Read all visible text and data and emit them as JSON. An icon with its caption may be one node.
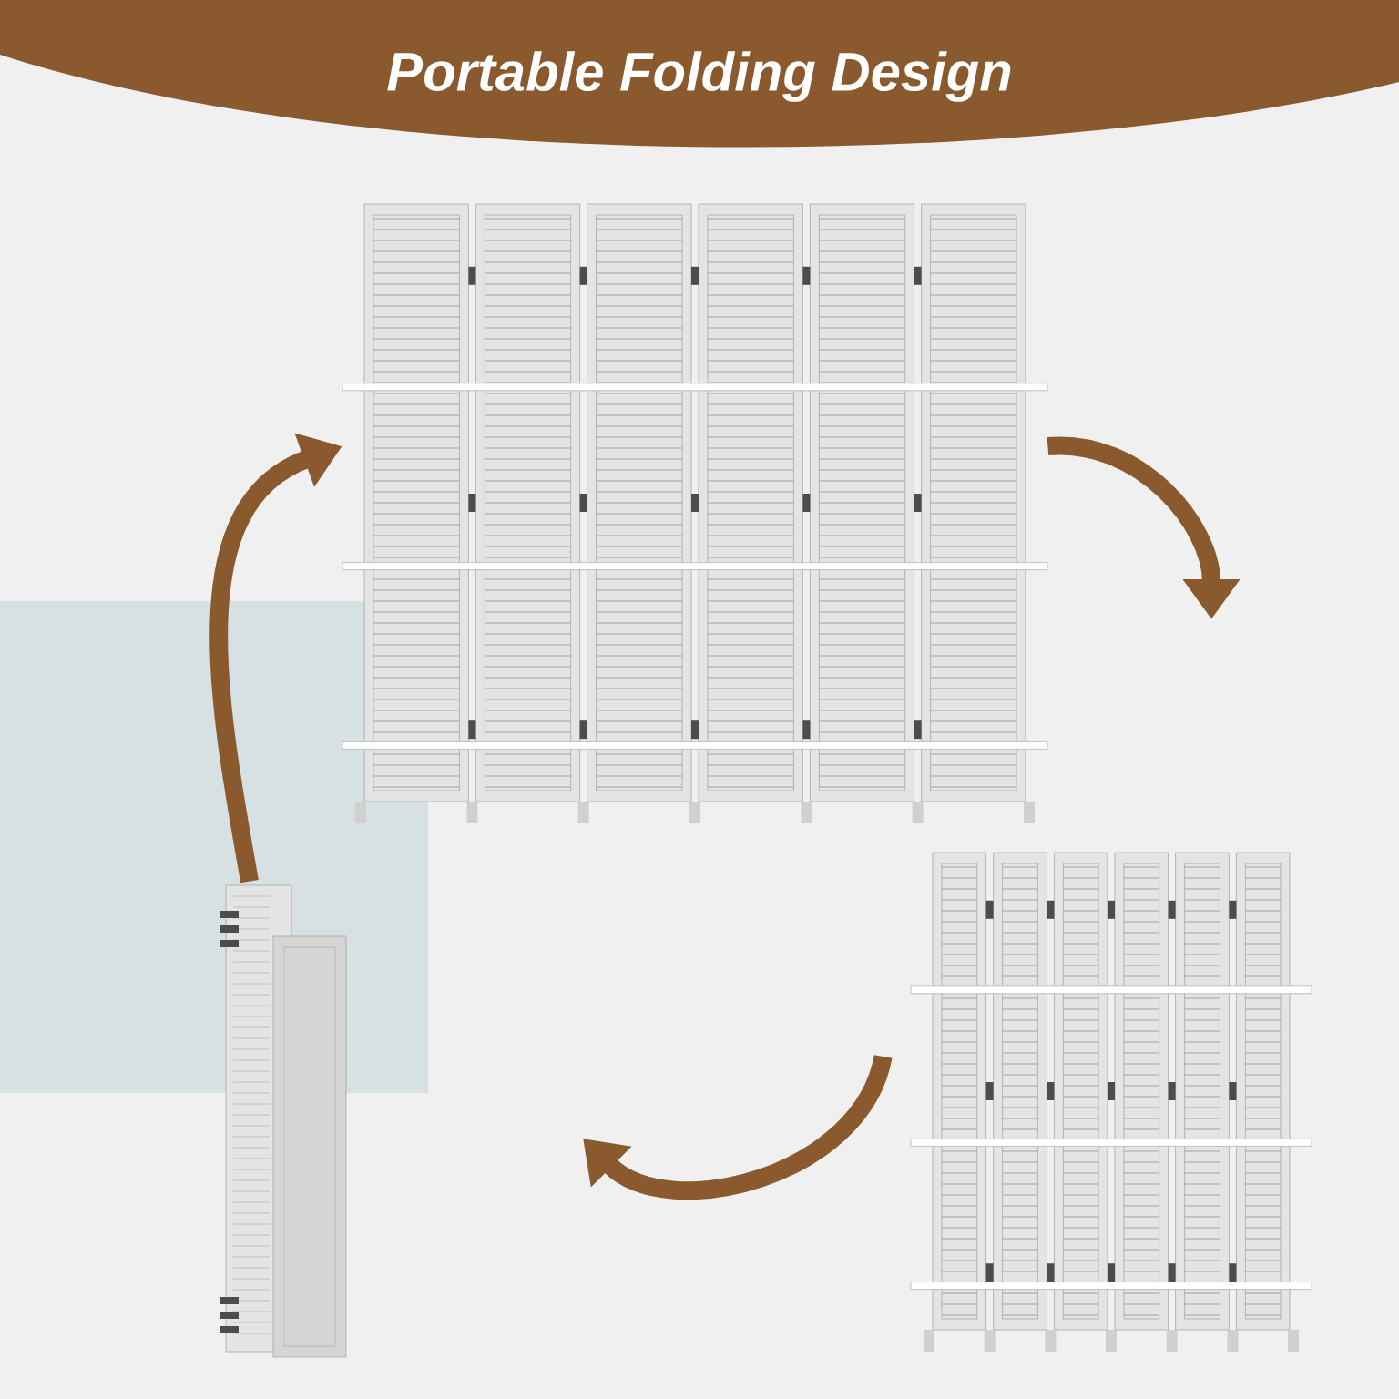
{
  "diagram": {
    "title": "Portable Folding Design",
    "nodes": [
      {
        "text": [],
        "shape": "picture"
      },
      {
        "text": [],
        "shape": "picture"
      },
      {
        "text": [],
        "shape": "picture"
      }
    ],
    "edges": [
      {
        "from": 2,
        "to": 0,
        "arrow": "to"
      },
      {
        "from": 0,
        "to": null,
        "arrow": "to"
      },
      {
        "from": 1,
        "to": null,
        "arrow": "to"
      }
    ]
  }
}
